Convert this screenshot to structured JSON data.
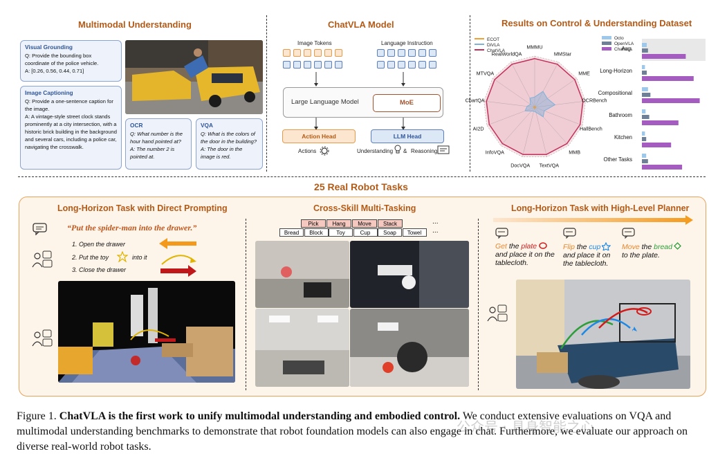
{
  "sections": {
    "multimodal_title": "Multimodal Understanding",
    "model_title": "ChatVLA Model",
    "results_title": "Results on Control & Understanding Dataset",
    "robot_title": "25 Real Robot Tasks"
  },
  "understanding": {
    "grounding": {
      "title": "Visual Grounding",
      "q": "Q: Provide the bounding box coordinate of the police vehicle.",
      "a": "A: [0.26, 0.56, 0.44, 0.71]"
    },
    "captioning": {
      "title": "Image Captioning",
      "q": "Q: Provide a one-sentence caption for the image.",
      "a": "A: A vintage-style street clock stands prominently at a city intersection, with a historic brick building in the background and several cars, including a police car, navigating the crosswalk."
    },
    "ocr": {
      "title": "OCR",
      "q": "Q: What number is the hour hand pointed at?",
      "a": "A: The number 2 is pointed at."
    },
    "vqa": {
      "title": "VQA",
      "q": "Q: What is the colors of the door in the building?",
      "a": "A: The door in the image is red."
    }
  },
  "model": {
    "image_tokens": "Image Tokens",
    "language_instruction": "Language Instruction",
    "llm": "Large Language Model",
    "moe": "MoE",
    "action_head": "Action Head",
    "llm_head": "LLM Head",
    "actions": "Actions",
    "understanding": "Understanding",
    "amp": "&",
    "reasoning": "Reasoning"
  },
  "radar": {
    "legend": [
      "ECOT",
      "DiVLA",
      "ChatVLA"
    ],
    "axes": [
      "MMMU",
      "MMStar",
      "MME",
      "OCRBench",
      "HallBench",
      "MMB",
      "TextVQA",
      "DocVQA",
      "InfoVQA",
      "AI2D",
      "ChartQA",
      "MTVQA",
      "RealWorldQA"
    ],
    "colors": {
      "ECOT": "#f0a030",
      "DiVLA": "#7fb0d8",
      "ChatVLA": "#c0305a"
    }
  },
  "chart_data": [
    {
      "type": "radar",
      "axes": [
        "MMMU",
        "MMStar",
        "MME",
        "OCRBench",
        "HallBench",
        "MMB",
        "TextVQA",
        "DocVQA",
        "InfoVQA",
        "AI2D",
        "ChartQA",
        "MTVQA",
        "RealWorldQA"
      ],
      "series": [
        {
          "name": "ECOT",
          "values": [
            0.02,
            0.02,
            0.02,
            0.02,
            0.02,
            0.02,
            0.02,
            0.02,
            0.02,
            0.02,
            0.02,
            0.02,
            0.02
          ]
        },
        {
          "name": "DiVLA",
          "values": [
            0.2,
            0.35,
            0.3,
            0.4,
            0.2,
            0.25,
            0.1,
            0.08,
            0.1,
            0.2,
            0.15,
            0.1,
            0.2
          ]
        },
        {
          "name": "ChatVLA",
          "values": [
            0.95,
            0.95,
            0.95,
            0.95,
            0.95,
            0.95,
            0.95,
            0.95,
            0.95,
            0.95,
            0.95,
            0.95,
            0.95
          ]
        }
      ]
    },
    {
      "type": "bar",
      "orientation": "horizontal",
      "categories": [
        "Avg.",
        "Long-Horizon",
        "Compositional",
        "Bathroom",
        "Kitchen",
        "Other Tasks"
      ],
      "series": [
        {
          "name": "Octo",
          "values": [
            0.08,
            0.05,
            0.1,
            0.06,
            0.05,
            0.07
          ]
        },
        {
          "name": "OpenVLA",
          "values": [
            0.1,
            0.08,
            0.14,
            0.12,
            0.07,
            0.1
          ]
        },
        {
          "name": "ChatVLA",
          "values": [
            0.72,
            0.85,
            0.95,
            0.6,
            0.48,
            0.66
          ]
        }
      ],
      "colors": {
        "Octo": "#9ec8ea",
        "OpenVLA": "#6f7f96",
        "ChatVLA": "#a45cc0"
      }
    }
  ],
  "robot": {
    "long_horizon_title": "Long-Horizon Task with Direct Prompting",
    "prompt": "“Put the spider-man into the drawer.”",
    "steps": [
      "1. Open the drawer",
      "2. Put the toy",
      "into it",
      "3. Close the drawer"
    ],
    "cross_title": "Cross-Skill Multi-Tasking",
    "skills": [
      "Pick",
      "Hang",
      "Move",
      "Stack"
    ],
    "objects": [
      "Bread",
      "Block",
      "Toy",
      "Cup",
      "Soap",
      "Towel"
    ],
    "ellipsis": "...",
    "planner_title": "Long-Horizon Task with High-Level Planner",
    "cmd1": {
      "verb": "Get",
      "rest1": " the ",
      "obj": "plate",
      "rest2": "and place it on the tablecloth."
    },
    "cmd2": {
      "verb": "Flip",
      "rest1": " the ",
      "obj": "cup",
      "rest2": "and place it on the tablecloth."
    },
    "cmd3": {
      "verb": "Move",
      "rest1": " the ",
      "obj": "bread",
      "rest2": "to the plate."
    }
  },
  "caption": {
    "label": "Figure 1.",
    "bold": "ChatVLA is the first work to unify multimodal understanding and embodied control.",
    "rest": "We conduct extensive evaluations on VQA and multimodal understanding benchmarks to demonstrate that robot foundation models can also engage in chat. Furthermore, we evaluate our approach on diverse real-world robot tasks.",
    "watermark": "公众号 · 具身智能之心"
  }
}
